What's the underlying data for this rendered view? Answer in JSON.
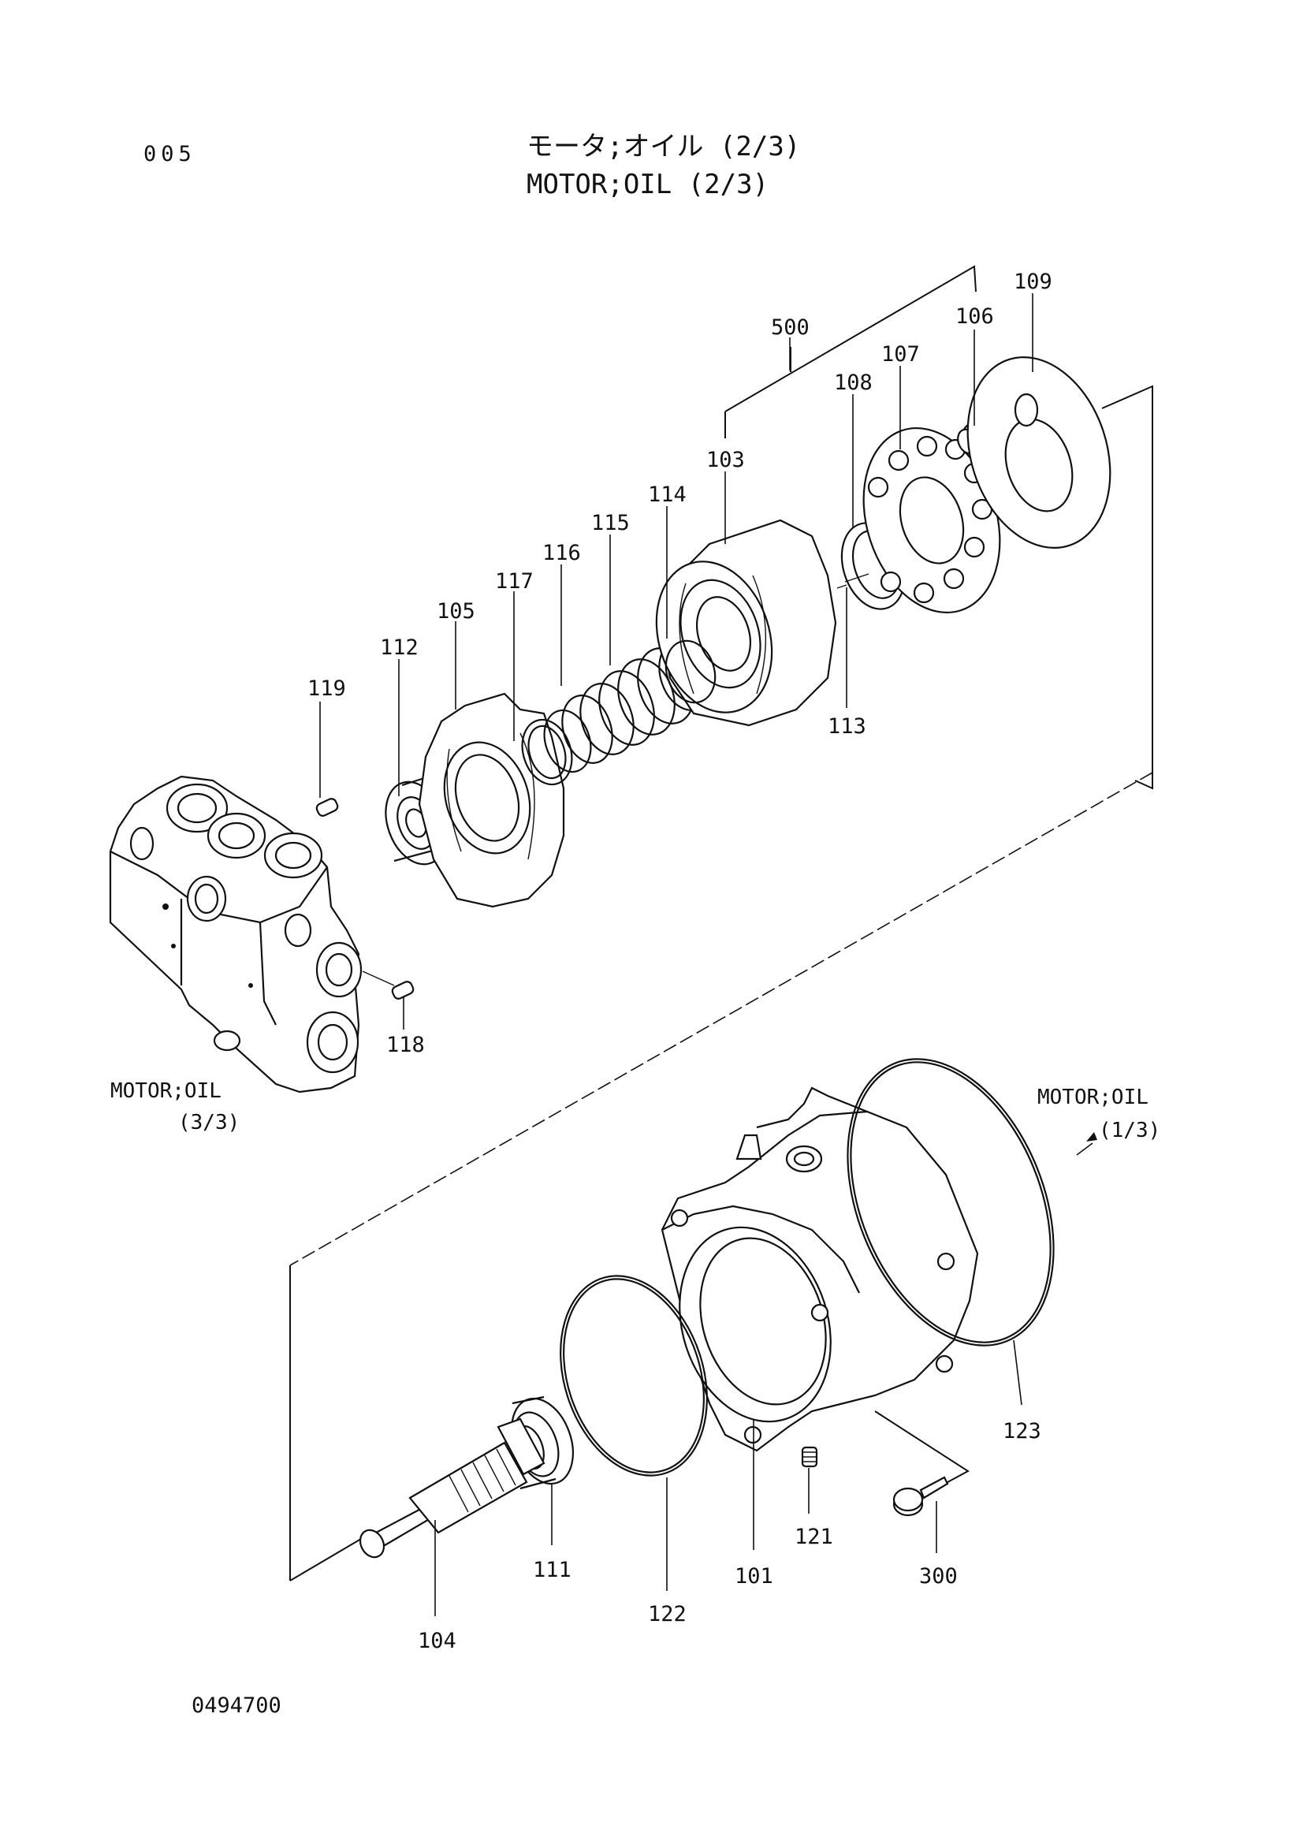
{
  "header": {
    "page_number": "005",
    "title_japanese": "モータ;オイル (2/3)",
    "title_english": "MOTOR;OIL (2/3)"
  },
  "footer": {
    "drawing_number": "0494700"
  },
  "callouts": [
    {
      "id": "p500",
      "label": "500"
    },
    {
      "id": "p109",
      "label": "109"
    },
    {
      "id": "p106",
      "label": "106"
    },
    {
      "id": "p107",
      "label": "107"
    },
    {
      "id": "p108",
      "label": "108"
    },
    {
      "id": "p103",
      "label": "103"
    },
    {
      "id": "p114",
      "label": "114"
    },
    {
      "id": "p115",
      "label": "115"
    },
    {
      "id": "p116",
      "label": "116"
    },
    {
      "id": "p117",
      "label": "117"
    },
    {
      "id": "p105",
      "label": "105"
    },
    {
      "id": "p112",
      "label": "112"
    },
    {
      "id": "p119",
      "label": "119"
    },
    {
      "id": "p113",
      "label": "113"
    },
    {
      "id": "p118",
      "label": "118"
    },
    {
      "id": "p123",
      "label": "123"
    },
    {
      "id": "p121",
      "label": "121"
    },
    {
      "id": "p300",
      "label": "300"
    },
    {
      "id": "p111",
      "label": "111"
    },
    {
      "id": "p101",
      "label": "101"
    },
    {
      "id": "p122",
      "label": "122"
    },
    {
      "id": "p104",
      "label": "104"
    }
  ],
  "references": {
    "left": {
      "line1": "MOTOR;OIL",
      "line2": "(3/3)"
    },
    "right": {
      "line1": "MOTOR;OIL",
      "line2": "(1/3)"
    }
  }
}
